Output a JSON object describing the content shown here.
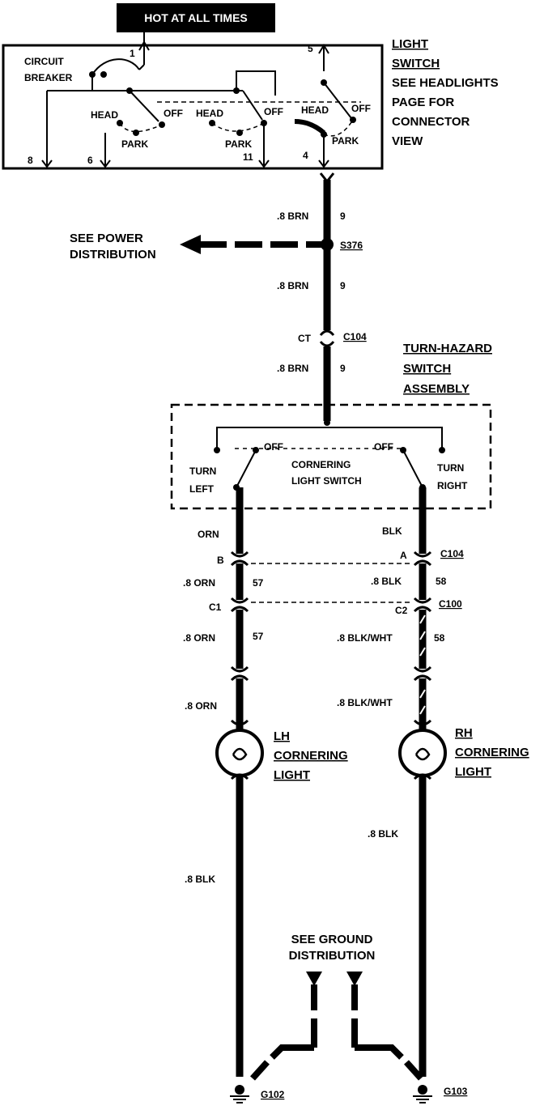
{
  "header": {
    "hot_label": "HOT AT ALL TIMES"
  },
  "light_switch": {
    "title_lines": [
      "LIGHT",
      "SWITCH"
    ],
    "note_lines": [
      "SEE HEADLIGHTS",
      "PAGE FOR",
      "CONNECTOR",
      "VIEW"
    ],
    "circuit_breaker_lines": [
      "CIRCUIT",
      "BREAKER"
    ],
    "positions": {
      "head": "HEAD",
      "off": "OFF",
      "park": "PARK"
    },
    "terminals": {
      "t1": "1",
      "t5": "5",
      "t8": "8",
      "t6": "6",
      "t11": "11",
      "t4": "4"
    }
  },
  "feed": {
    "wire_1": {
      "size_color": ".8 BRN",
      "circuit": "9"
    },
    "splice": "S376",
    "power_dist_lines": [
      "SEE POWER",
      "DISTRIBUTION"
    ],
    "wire_2": {
      "size_color": ".8 BRN",
      "circuit": "9"
    },
    "connector_pin": "CT",
    "connector": "C104",
    "wire_3": {
      "size_color": ".8 BRN",
      "circuit": "9"
    }
  },
  "turn_hazard": {
    "title_lines": [
      "TURN-HAZARD",
      "SWITCH",
      "ASSEMBLY"
    ],
    "cornering_lines": [
      "CORNERING",
      "LIGHT SWITCH"
    ],
    "turn_left_lines": [
      "TURN",
      "LEFT"
    ],
    "turn_right_lines": [
      "TURN",
      "RIGHT"
    ],
    "off_label": "OFF"
  },
  "left_branch": {
    "wire_a": "ORN",
    "pin_1": "B",
    "wire_b": {
      "size_color": ".8 ORN",
      "circuit": "57"
    },
    "pin_2": "C1",
    "wire_c": {
      "size_color": ".8 ORN",
      "circuit": "57"
    },
    "wire_d": ".8 ORN",
    "lamp_lines": [
      "LH",
      "CORNERING",
      "LIGHT"
    ],
    "ground_wire": ".8 BLK",
    "ground": "G102"
  },
  "right_branch": {
    "wire_a": "BLK",
    "pin_1": "A",
    "connector_1": "C104",
    "wire_b": {
      "size_color": ".8 BLK",
      "circuit": "58"
    },
    "pin_2": "C2",
    "connector_2": "C100",
    "wire_c": {
      "size_color": ".8 BLK/WHT",
      "circuit": "58"
    },
    "wire_d": ".8 BLK/WHT",
    "lamp_lines": [
      "RH",
      "CORNERING",
      "LIGHT"
    ],
    "ground_wire": ".8 BLK",
    "ground": "G103"
  },
  "ground_dist_lines": [
    "SEE GROUND",
    "DISTRIBUTION"
  ]
}
